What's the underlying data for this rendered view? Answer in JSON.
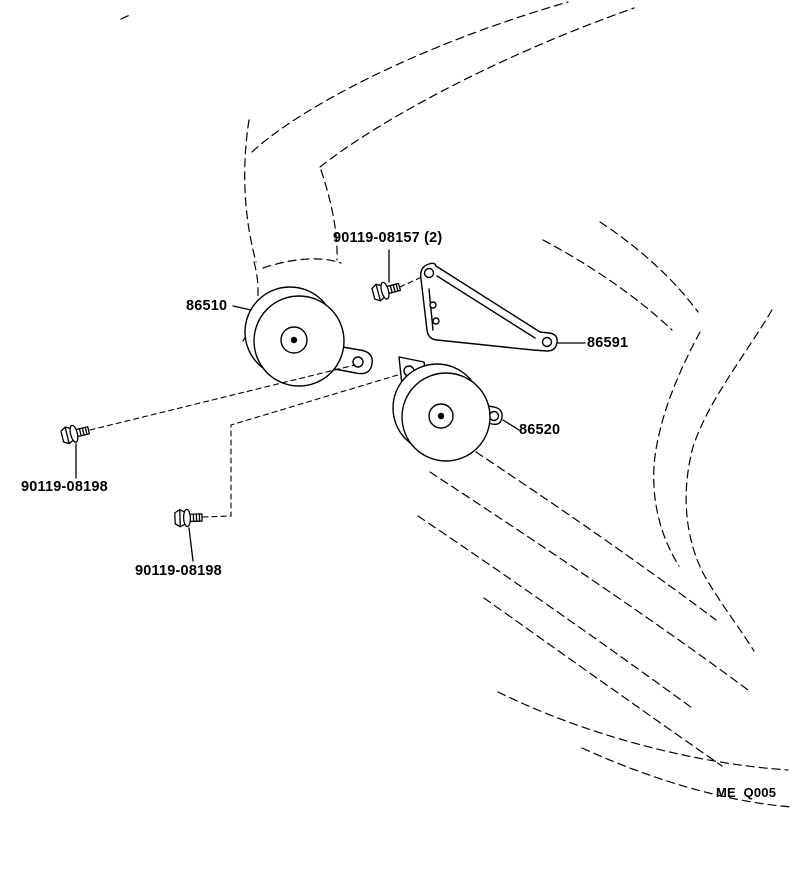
{
  "labels": {
    "bolt_08157": "90119-08157 (2)",
    "horn_86510": "86510",
    "bracket_86591": "86591",
    "horn_86520": "86520",
    "bolt_08198_a": "90119-08198",
    "bolt_08198_b": "90119-08198"
  },
  "footer": {
    "code": "ME  Q005"
  },
  "colors": {
    "ink": "#000000",
    "background": "#ffffff"
  }
}
